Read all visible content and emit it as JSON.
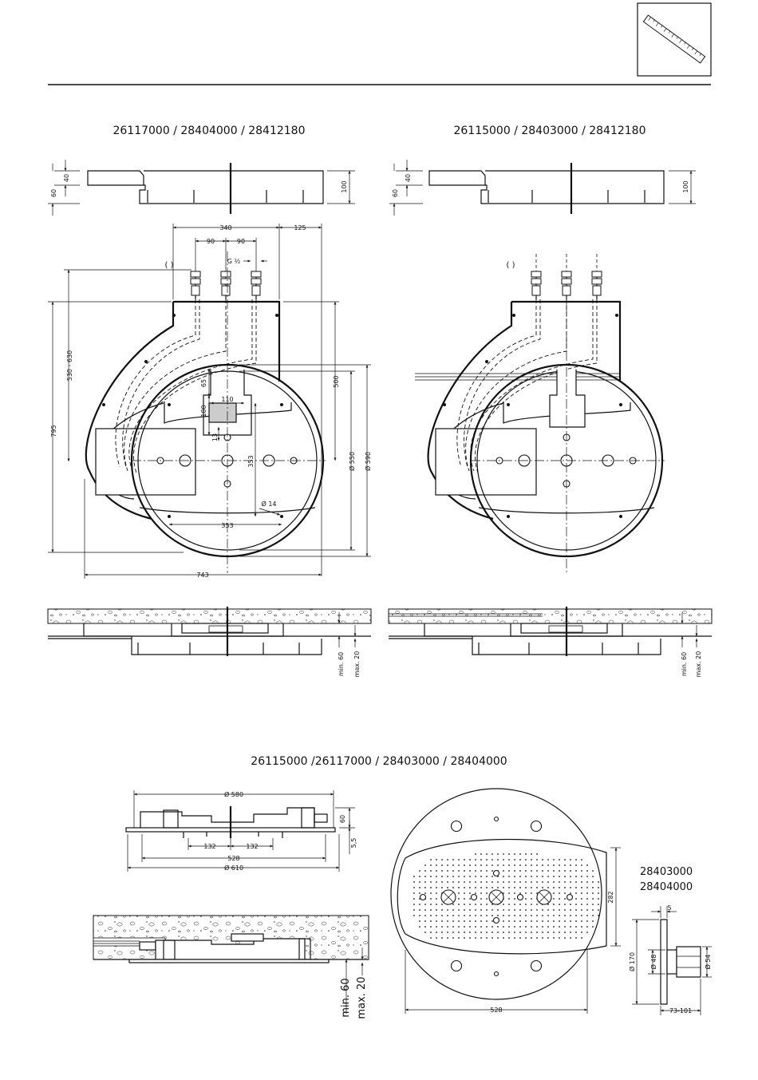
{
  "header": {
    "ruler_icon": "ruler-icon"
  },
  "titles": {
    "left": "26117000 / 28404000 / 28412180",
    "right": "26115000 / 28403000 / 28412180",
    "bottom": "26115000 /26117000 / 28403000 / 28404000"
  },
  "side_models": [
    "28403000",
    "28404000"
  ],
  "dims_left": {
    "d40": "40",
    "d60": "60",
    "d100": "100",
    "d340": "340",
    "d125": "125",
    "d90a": "90",
    "d90b": "90",
    "g12": "G ½",
    "paren": "(   )",
    "d530": "530 - 630",
    "d795": "795",
    "d500": "500",
    "d550": "Ø 550",
    "d590": "Ø 590",
    "d65": "65",
    "d110": "110",
    "d100v": "100",
    "d13": "13",
    "d353v": "353",
    "d14": "Ø 14",
    "d353h": "353",
    "d743": "743"
  },
  "dims_right": {
    "d40": "40",
    "d60": "60",
    "d100": "100",
    "paren": "(   )"
  },
  "install": {
    "min60": "min. 60",
    "max20": "max. 20"
  },
  "bottom_dims": {
    "d580": "Ø 580",
    "d60": "60",
    "d55": "5,5",
    "d132a": "132",
    "d132b": "132",
    "d528": "528",
    "d610": "Ø 610",
    "min60": "min. 60",
    "max20": "max. 20",
    "d282": "282",
    "d528b": "528",
    "d5": "5",
    "d170": "Ø 170",
    "d48": "Ø 48",
    "d54": "Ø 54",
    "d73": "73-101"
  }
}
